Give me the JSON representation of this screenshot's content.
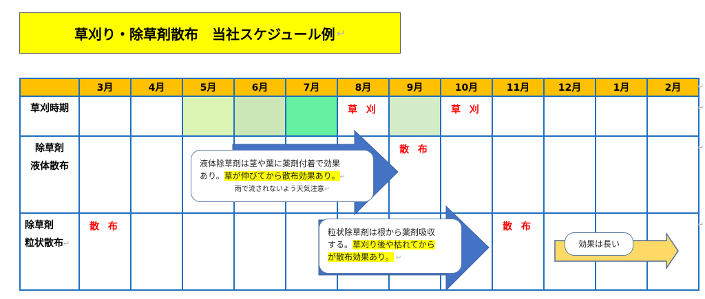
{
  "title": "草刈り・除草剤散布　当社スケジュール例",
  "months": [
    "3月",
    "4月",
    "5月",
    "6月",
    "7月",
    "8月",
    "9月",
    "10月",
    "11月",
    "12月",
    "1月",
    "2月"
  ],
  "rows": {
    "mowing": {
      "label": "草刈時期",
      "aug": "草 刈",
      "oct": "草 刈"
    },
    "liquid": {
      "label1": "除草剤",
      "label2": "液体散布",
      "sep": "散 布"
    },
    "granular": {
      "label1": "除草剤",
      "label2": "粒状散布",
      "mar": "散 布",
      "nov": "散 布"
    }
  },
  "callouts": {
    "liquid": {
      "line1": "液体除草剤は茎や葉に薬剤付着で効果",
      "line2a": "あり。",
      "line2b": "草が伸びてから散布効果あり。",
      "line3": "雨で流されないよう天気注意"
    },
    "granular": {
      "line1": "粒状除草剤は根から薬剤吸収",
      "line2a": "する。",
      "line2b": "草刈り後や枯れてから",
      "line3": "が散布効果あり。"
    },
    "long": {
      "text": "効果は長い"
    }
  },
  "colors": {
    "title_bg": "#ffff00",
    "header_bg": "#ffc000",
    "grid": "#1f6fc0",
    "arrow": "#4472c4",
    "red_text": "#ff0000",
    "yellow_arrow": "#ffd966"
  }
}
